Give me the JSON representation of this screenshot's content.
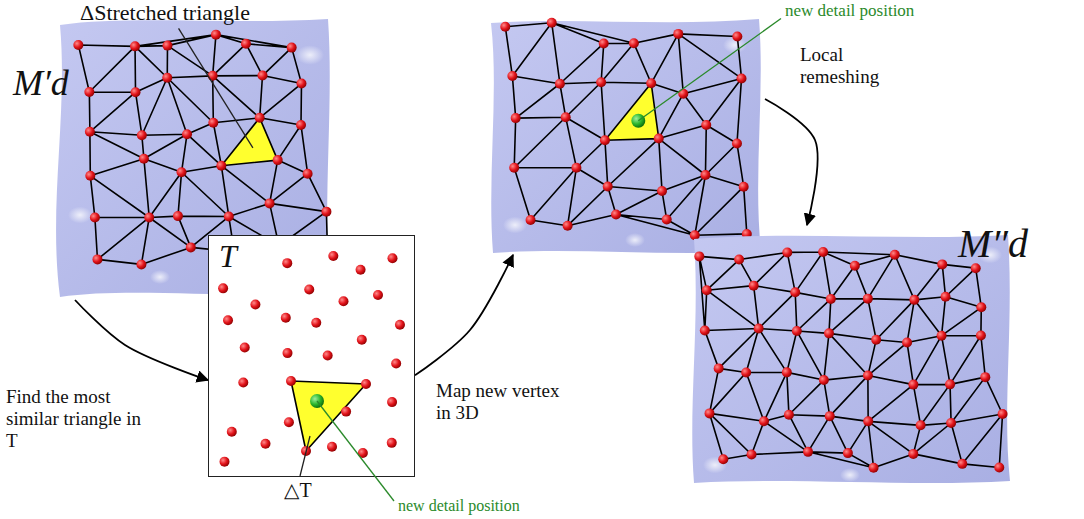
{
  "diagram": {
    "nodes": [
      {
        "text": [
          "M′d"
        ]
      },
      {
        "text": [
          "T"
        ]
      },
      {
        "text": [
          "new detail position"
        ]
      },
      {
        "text": [
          "M″d"
        ]
      }
    ],
    "edges": [
      {
        "from": 0,
        "to": 1,
        "arrow": "to",
        "label": "Find the most similar triangle in T"
      },
      {
        "from": 1,
        "to": 2,
        "arrow": "to",
        "label": "Map new vertex in 3D"
      },
      {
        "from": 2,
        "to": 3,
        "arrow": "to",
        "label": "Local remeshing"
      }
    ],
    "labels": [
      "ΔStretched triangle",
      "new detail position",
      "△T"
    ]
  }
}
